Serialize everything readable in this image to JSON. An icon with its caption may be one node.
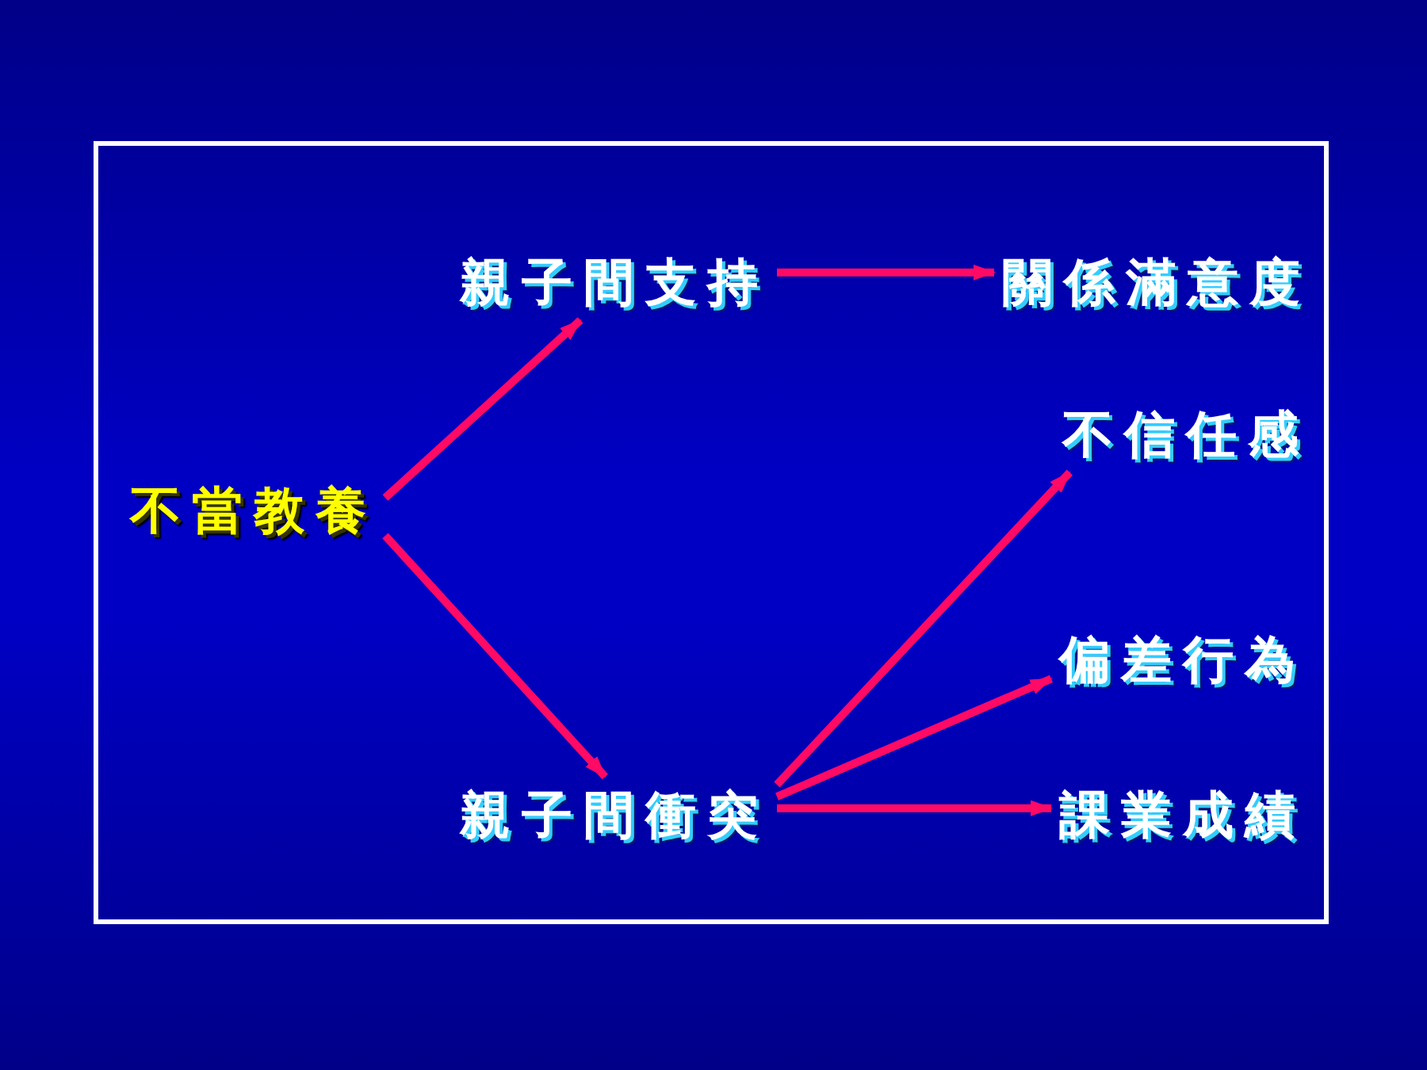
{
  "diagram": {
    "nodes": [
      {
        "text": [
          "不當教養"
        ]
      },
      {
        "text": [
          "親子間支持"
        ]
      },
      {
        "text": [
          "關係滿意度"
        ]
      },
      {
        "text": [
          "不信任感"
        ]
      },
      {
        "text": [
          "偏差行為"
        ]
      },
      {
        "text": [
          "親子間衝突"
        ]
      },
      {
        "text": [
          "課業成績"
        ]
      }
    ],
    "edges": [
      {
        "from": 0,
        "to": 1,
        "arrow": "to"
      },
      {
        "from": 0,
        "to": 5,
        "arrow": "to"
      },
      {
        "from": 1,
        "to": 2,
        "arrow": "to"
      },
      {
        "from": 5,
        "to": 3,
        "arrow": "to"
      },
      {
        "from": 5,
        "to": 4,
        "arrow": "to"
      },
      {
        "from": 5,
        "to": 6,
        "arrow": "to"
      }
    ]
  }
}
